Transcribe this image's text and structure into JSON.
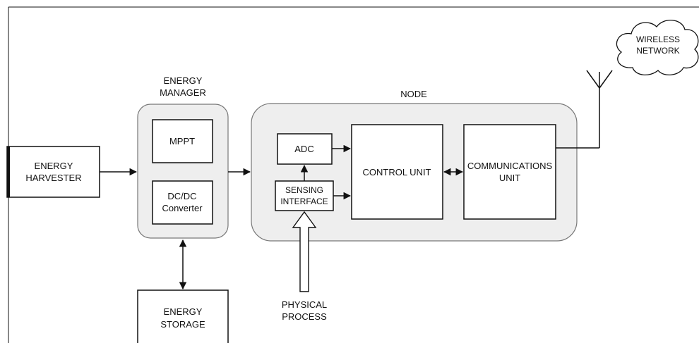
{
  "blocks": {
    "energy_harvester": [
      "ENERGY",
      "HARVESTER"
    ],
    "energy_manager_title": [
      "ENERGY",
      "MANAGER"
    ],
    "mppt": "MPPT",
    "dcdc": [
      "DC/DC",
      "Converter"
    ],
    "energy_storage": [
      "ENERGY",
      "STORAGE"
    ],
    "node_title": "NODE",
    "adc": "ADC",
    "sensing_interface": [
      "SENSING",
      "INTERFACE"
    ],
    "control_unit": "CONTROL UNIT",
    "communications_unit": [
      "COMMUNICATIONS",
      "UNIT"
    ],
    "wireless_network": [
      "WIRELESS",
      "NETWORK"
    ],
    "physical_process": [
      "PHYSICAL",
      "PROCESS"
    ]
  }
}
